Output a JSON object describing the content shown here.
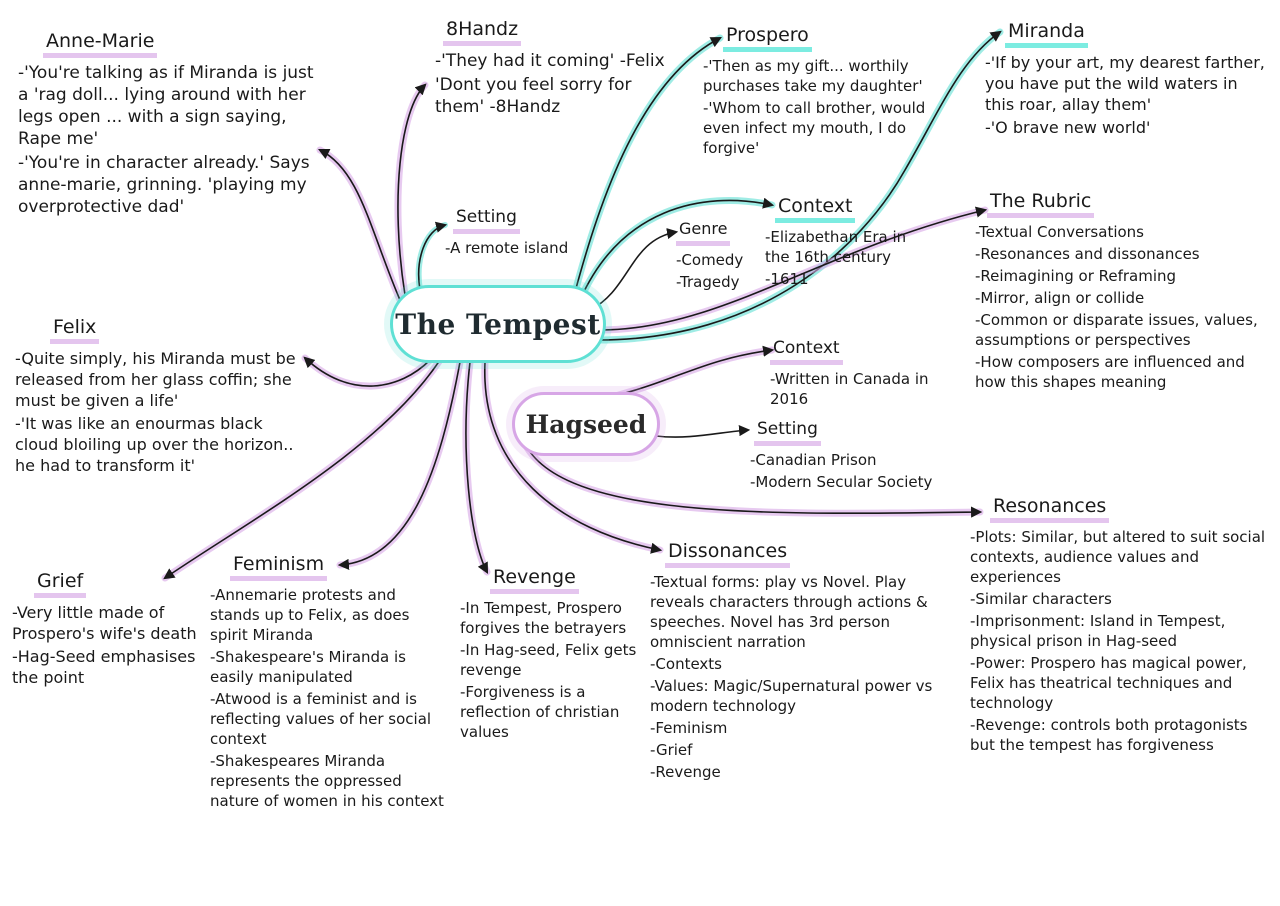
{
  "center": {
    "title": "The Tempest",
    "secondary": "Hagseed"
  },
  "branches": {
    "anne_marie": {
      "heading": "Anne-Marie",
      "items": [
        "-'You're talking as if Miranda is just a 'rag doll... lying around with her legs open ... with a sign saying, Rape me'",
        "-'You're in character already.' Says anne-marie, grinning. 'playing my overprotective dad'"
      ]
    },
    "eight_handz": {
      "heading": "8Handz",
      "items": [
        "-'They had it coming' -Felix",
        "'Dont you feel sorry for them' -8Handz"
      ]
    },
    "prospero": {
      "heading": "Prospero",
      "items": [
        "-'Then as my gift... worthily purchases take my daughter'",
        "-'Whom to call brother, would even infect my mouth, I do forgive'"
      ]
    },
    "miranda": {
      "heading": "Miranda",
      "items": [
        "-'If by your art, my dearest farther, you have put the wild waters in this roar, allay them'",
        "-'O brave new world'"
      ]
    },
    "setting_tempest": {
      "heading": "Setting",
      "items": [
        "-A remote island"
      ]
    },
    "genre": {
      "heading": "Genre",
      "items": [
        "-Comedy",
        "-Tragedy"
      ]
    },
    "context_tempest": {
      "heading": "Context",
      "items": [
        "-Elizabethan Era in the 16th century",
        "-1611"
      ]
    },
    "rubric": {
      "heading": "The Rubric",
      "items": [
        "-Textual Conversations",
        "-Resonances and dissonances",
        "-Reimagining or Reframing",
        "-Mirror, align or collide",
        "-Common or disparate issues, values, assumptions or perspectives",
        "-How composers are influenced and how this shapes meaning"
      ]
    },
    "felix": {
      "heading": "Felix",
      "items": [
        "-Quite simply, his Miranda must be released from her glass coffin; she must be given a life'",
        "-'It was like an enourmas black cloud bloiling up over the horizon.. he had to transform it'"
      ]
    },
    "context_hagseed": {
      "heading": "Context",
      "items": [
        "-Written in Canada in 2016"
      ]
    },
    "setting_hagseed": {
      "heading": "Setting",
      "items": [
        "-Canadian Prison",
        "-Modern Secular Society"
      ]
    },
    "resonances": {
      "heading": "Resonances",
      "items": [
        "-Plots: Similar, but altered to suit social contexts, audience values and experiences",
        "-Similar characters",
        "-Imprisonment: Island in Tempest, physical prison in Hag-seed",
        "-Power: Prospero has magical power, Felix has theatrical techniques and technology",
        "-Revenge: controls both protagonists but the tempest has forgiveness"
      ]
    },
    "grief": {
      "heading": "Grief",
      "items": [
        "-Very little made of Prospero's wife's death",
        "-Hag-Seed emphasises the point"
      ]
    },
    "feminism": {
      "heading": "Feminism",
      "items": [
        "-Annemarie protests and stands up to Felix, as does spirit Miranda",
        "-Shakespeare's Miranda is easily manipulated",
        "-Atwood is a feminist and is reflecting values of her social context",
        "-Shakespeares Miranda represents the oppressed nature of women in his context"
      ]
    },
    "revenge": {
      "heading": "Revenge",
      "items": [
        "-In Tempest, Prospero forgives the betrayers",
        "-In Hag-seed, Felix gets revenge",
        "-Forgiveness is a reflection of christian values"
      ]
    },
    "dissonances": {
      "heading": "Dissonances",
      "items": [
        "-Textual forms: play vs Novel. Play reveals characters through actions & speeches. Novel has 3rd person omniscient narration",
        "-Contexts",
        "-Values: Magic/Supernatural power vs modern technology",
        "-Feminism",
        "-Grief",
        "-Revenge"
      ]
    }
  },
  "colors": {
    "teal": "#5fe0d4",
    "lilac": "#d7a6e6",
    "ink": "#1a1a1a"
  }
}
